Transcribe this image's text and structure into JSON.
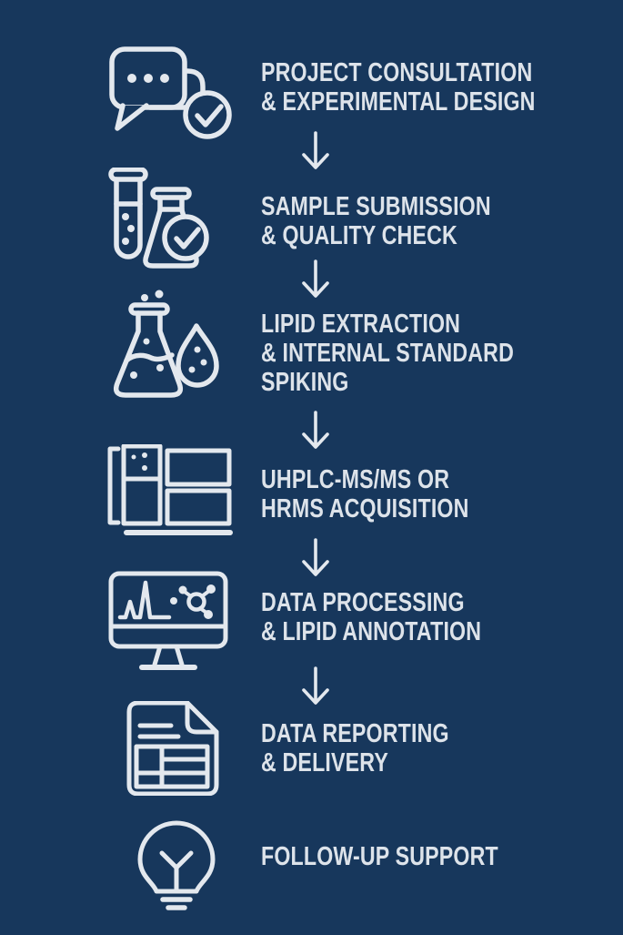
{
  "page": {
    "kind": "service-workflow-infographic",
    "colors": {
      "background": "#17375c",
      "text": "#dde3ea",
      "icon_stroke": "#e3e8ee"
    }
  },
  "arrows": {
    "count": 5,
    "direction": "down",
    "icon": "down-arrow-icon"
  },
  "steps": [
    {
      "name": "project-consultation",
      "icon": "chat-check-icon",
      "lines": [
        "PROJECT CONSULTATION",
        "& EXPERIMENTAL DESIGN"
      ]
    },
    {
      "name": "sample-submission",
      "icon": "testtube-flask-check-icon",
      "lines": [
        "SAMPLE SUBMISSION",
        "& QUALITY CHECK"
      ]
    },
    {
      "name": "lipid-extraction",
      "icon": "flask-droplet-icon",
      "lines": [
        "LIPID EXTRACTION",
        "& INTERNAL STANDARD",
        "SPIKING"
      ]
    },
    {
      "name": "ms-acquisition",
      "icon": "lcms-instrument-icon",
      "lines": [
        "UHPLC-MS/MS OR",
        "HRMS ACQUISITION"
      ]
    },
    {
      "name": "data-processing",
      "icon": "monitor-chromatogram-molecule-icon",
      "lines": [
        "DATA PROCESSING",
        "& LIPID ANNOTATION"
      ]
    },
    {
      "name": "data-reporting",
      "icon": "report-document-icon",
      "lines": [
        "DATA REPORTING",
        "& DELIVERY"
      ]
    },
    {
      "name": "follow-up-support",
      "icon": "lightbulb-icon",
      "lines": [
        "FOLLOW-UP SUPPORT"
      ]
    }
  ]
}
